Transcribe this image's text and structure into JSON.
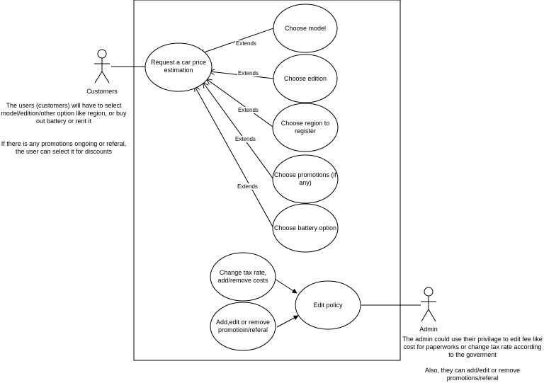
{
  "actors": {
    "customer": {
      "label": "Customers"
    },
    "admin": {
      "label": "Admin"
    }
  },
  "notes": {
    "customer_note_1": "The users (customers) will have to select model/edition/other option like region, or buy out battery or rent it",
    "customer_note_2": "If there is any promotions ongoing or referal, the user can select it for discounts",
    "admin_note_1": "The admin could use their privilage to edit fee like cost for paperworks or change tax rate according to the goverment",
    "admin_note_2": "Also, they can add/edit or remove promotions/referal"
  },
  "use_cases": {
    "request_estimation": "Request a car price estimation",
    "choose_model": "Choose model",
    "choose_edition": "Choose edition",
    "choose_region": "Choose region to register",
    "choose_promotions": "Choose promotions (if any)",
    "choose_battery": "Choose battery option",
    "change_tax": "Change tax rate, add/remove costs",
    "add_edit_promo": "Add,edit or remove promotioin/referal",
    "edit_policy": "Edit policy"
  },
  "relations": {
    "extends_label": "Extends"
  }
}
